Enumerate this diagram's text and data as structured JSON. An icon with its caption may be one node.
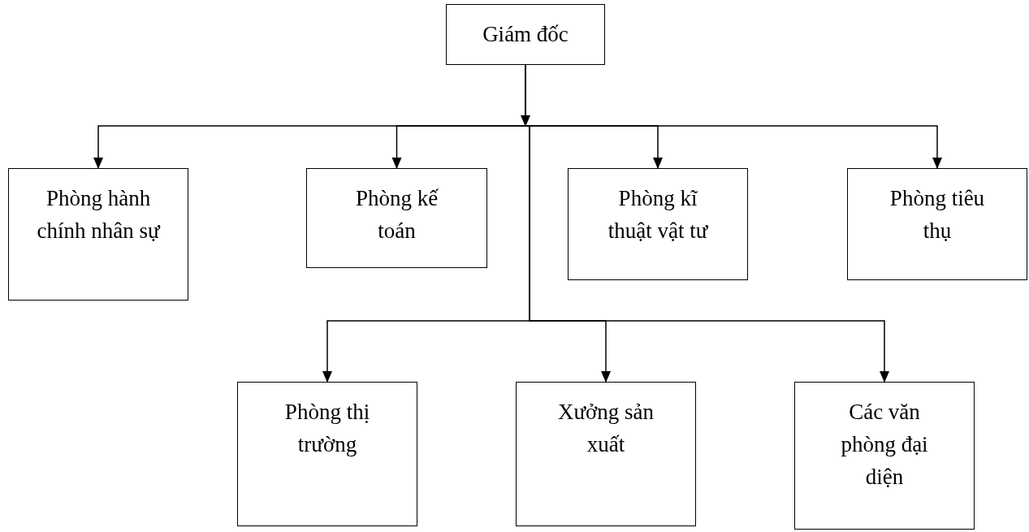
{
  "diagram": {
    "nodes": [
      {
        "text": [
          "Giám đốc"
        ]
      },
      {
        "text": [
          "Phòng hành chính nhân sự"
        ]
      },
      {
        "text": [
          "Phòng kế toán"
        ]
      },
      {
        "text": [
          "Phòng kĩ thuật vật tư"
        ]
      },
      {
        "text": [
          "Phòng tiêu thụ"
        ]
      },
      {
        "text": [
          "Phòng thị trường"
        ]
      },
      {
        "text": [
          "Xưởng sản xuất"
        ]
      },
      {
        "text": [
          "Các văn phòng đại diện"
        ]
      }
    ],
    "edges": [
      {
        "from": 0,
        "to": 1,
        "arrow": "to"
      },
      {
        "from": 0,
        "to": 2,
        "arrow": "to"
      },
      {
        "from": 0,
        "to": 3,
        "arrow": "to"
      },
      {
        "from": 0,
        "to": 4,
        "arrow": "to"
      },
      {
        "from": 0,
        "to": 5,
        "arrow": "to"
      },
      {
        "from": 0,
        "to": 6,
        "arrow": "to"
      },
      {
        "from": 0,
        "to": 7,
        "arrow": "to"
      }
    ]
  }
}
